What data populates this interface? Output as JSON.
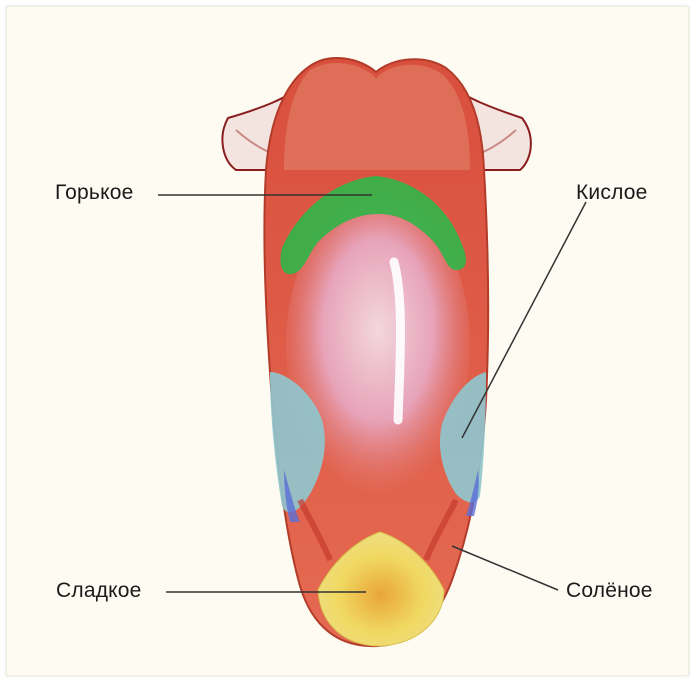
{
  "labels": {
    "bitter": "Горькое",
    "sour": "Кислое",
    "sweet": "Сладкое",
    "salty": "Солёное"
  },
  "colors": {
    "background": "#fdfbf2",
    "tongue": "#de5f4a",
    "bitter_zone": "#37b24a",
    "sour_zone": "#8fc6cd",
    "sweet_zone": "#f0de6a",
    "center": "#e8a6c0"
  }
}
